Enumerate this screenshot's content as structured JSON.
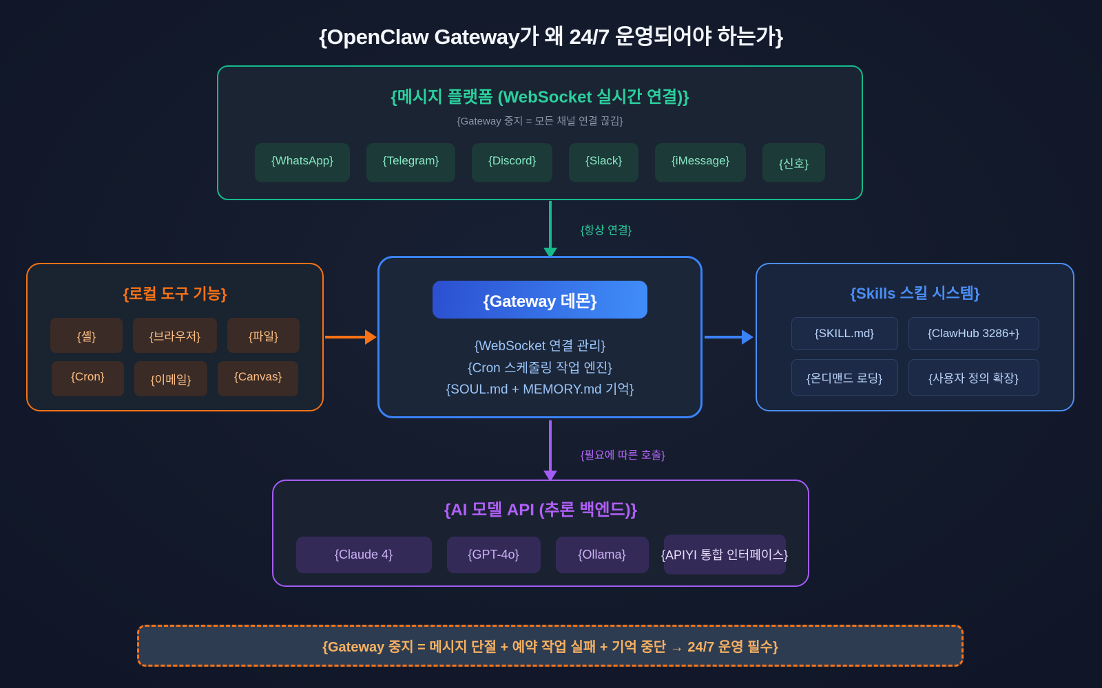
{
  "page": {
    "title": "{OpenClaw Gateway가 왜 24/7 운영되어야 하는가}"
  },
  "platforms_box": {
    "title": "{메시지 플랫폼 (WebSocket 실시간 연결)}",
    "subtitle": "{Gateway 중지 = 모든 채널 연결 끊김}",
    "chips": [
      "{WhatsApp}",
      "{Telegram}",
      "{Discord}",
      "{Slack}",
      "{iMessage}",
      "{신호}"
    ],
    "accent_color": "#16b98b"
  },
  "arrow_always_connected": {
    "label": "{항상 연결}",
    "color": "#2bd19d"
  },
  "local_tools_box": {
    "title": "{로컬 도구 기능}",
    "chips": [
      "{셸}",
      "{브라우저}",
      "{파일}",
      "{Cron}",
      "{이메일}",
      "{Canvas}"
    ],
    "accent_color": "#f97316"
  },
  "gateway_box": {
    "badge": "{Gateway 데몬}",
    "lines": [
      "{WebSocket 연결 관리}",
      "{Cron 스케줄링 작업 엔진}",
      "{SOUL.md + MEMORY.md 기억}"
    ],
    "accent_color": "#3b82f6"
  },
  "skills_box": {
    "title": "{Skills 스킬 시스템}",
    "chips": [
      "{SKILL.md}",
      "{ClawHub 3286+}",
      "{온디맨드 로딩}",
      "{사용자 정의 확장}"
    ],
    "accent_color": "#4a8ef5"
  },
  "arrow_on_demand": {
    "label": "{필요에 따른 호출}",
    "color": "#b266f8"
  },
  "ai_api_box": {
    "title": "{AI 모델 API (추론 백엔드)}",
    "chips": [
      "{Claude 4}",
      "{GPT-4o}",
      "{Ollama}",
      "{APIYI 통합 인터페이스}"
    ],
    "accent_color": "#a55cf6"
  },
  "footer_banner": {
    "text": "{Gateway 중지 = 메시지 단절 + 예약 작업 실패 + 기억 중단 → 24/7 운영 필수}",
    "accent_color": "#f97316"
  }
}
